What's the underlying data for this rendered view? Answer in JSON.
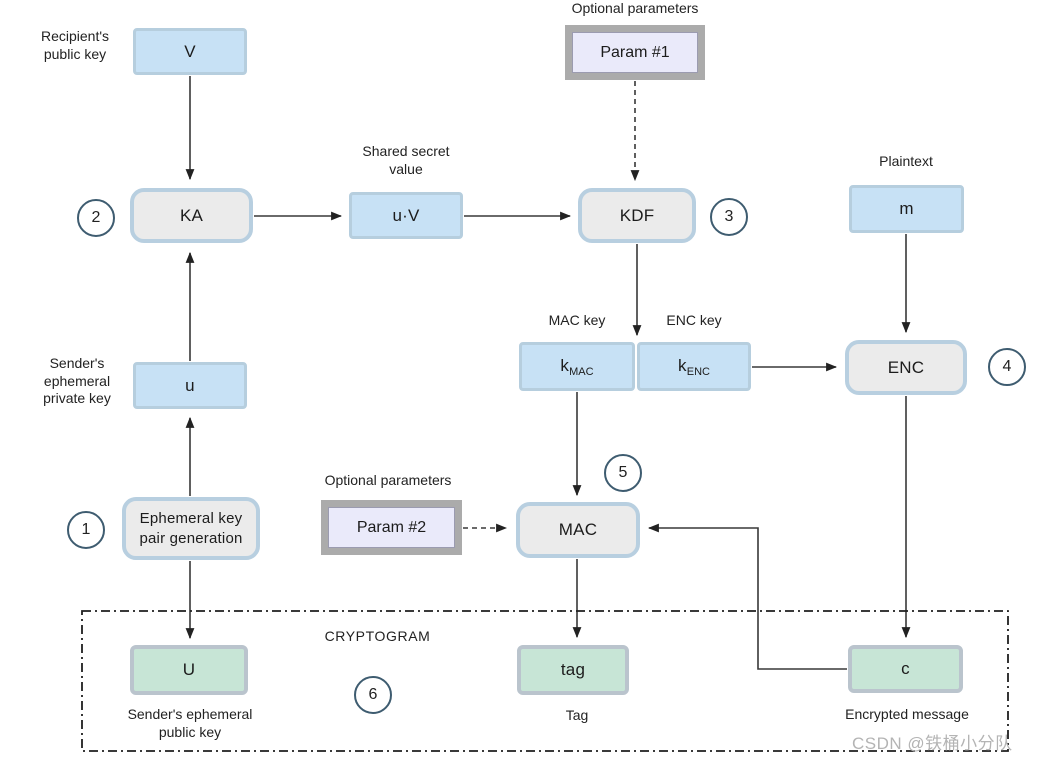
{
  "nodes": {
    "v": "V",
    "ka": "KA",
    "uv": "u·V",
    "kdf": "KDF",
    "param1": "Param #1",
    "m": "m",
    "u": "u",
    "k_base": "k",
    "kmac_sub": "MAC",
    "kenc_sub": "ENC",
    "enc": "ENC",
    "ephgen": "Ephemeral key\npair generation",
    "param2": "Param #2",
    "mac": "MAC",
    "u_pub": "U",
    "tag": "tag",
    "c": "c"
  },
  "captions": {
    "recipients_public_key": "Recipient's\npublic key",
    "optional_parameters_top": "Optional parameters",
    "shared_secret_value": "Shared secret\nvalue",
    "plaintext": "Plaintext",
    "mac_key": "MAC key",
    "enc_key": "ENC key",
    "senders_ephemeral_private_key": "Sender's\nephemeral\nprivate key",
    "optional_parameters_mid": "Optional parameters",
    "cryptogram": "CRYPTOGRAM",
    "senders_ephemeral_public_key": "Sender's ephemeral\npublic key",
    "tag_caption": "Tag",
    "encrypted_message": "Encrypted message"
  },
  "steps": {
    "s1": "1",
    "s2": "2",
    "s3": "3",
    "s4": "4",
    "s5": "5",
    "s6": "6"
  },
  "watermark": "CSDN @铁桶小分队",
  "colors": {
    "value_box_fill": "#c7e1f5",
    "value_box_border": "#b6cede",
    "process_box_fill": "#ebebeb",
    "process_box_border": "#b8cfe0",
    "output_box_fill": "#c7e5d6",
    "output_box_border": "#bac4cd",
    "param_frame": "#ababab",
    "param_fill": "#eaeafa",
    "step_circle_border": "#3e5c70",
    "line_color": "#333333"
  }
}
